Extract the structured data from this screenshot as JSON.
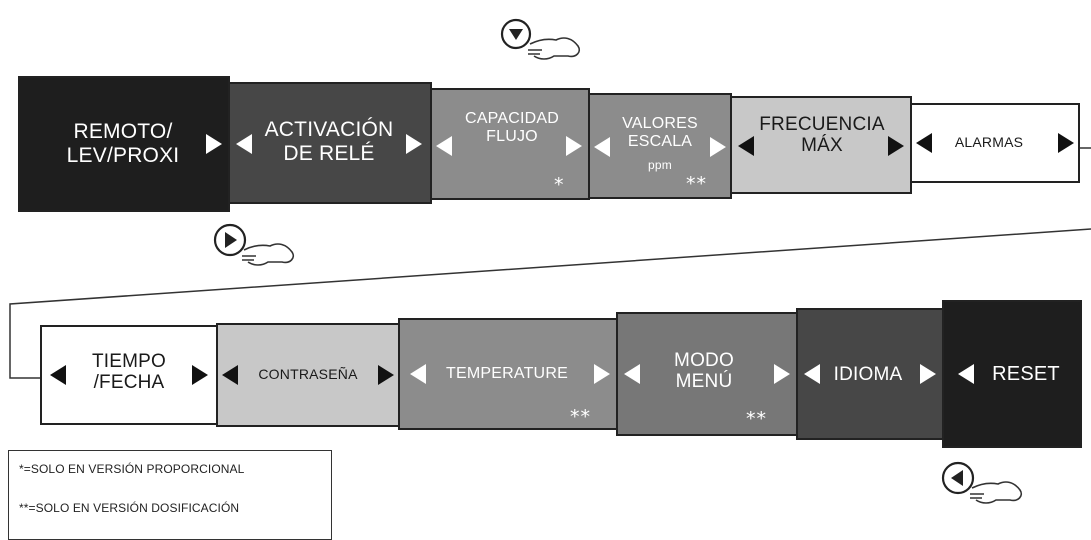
{
  "row1": [
    {
      "id": "remoto",
      "label": "REMOTO/\nLEV/PROXI",
      "bg": "#1e1e1e",
      "fg": "#ffffff"
    },
    {
      "id": "activacion",
      "label": "ACTIVACIÓN\nDE RELÉ",
      "bg": "#474747",
      "fg": "#ffffff"
    },
    {
      "id": "capacidad",
      "label": "CAPACIDAD\nFLUJO",
      "note": "*",
      "bg": "#8c8c8c",
      "fg": "#ffffff"
    },
    {
      "id": "valores",
      "label": "VALORES\nESCALA",
      "sublabel": "ppm",
      "note": "**",
      "bg": "#8c8c8c",
      "fg": "#ffffff"
    },
    {
      "id": "frecuencia",
      "label": "FRECUENCIA\nMÁX",
      "bg": "#c8c8c8",
      "fg": "#1a1a1a"
    },
    {
      "id": "alarmas",
      "label": "ALARMAS",
      "bg": "#ffffff",
      "fg": "#1a1a1a"
    }
  ],
  "row2": [
    {
      "id": "tiempo",
      "label": "TIEMPO\n/FECHA",
      "bg": "#ffffff",
      "fg": "#1a1a1a"
    },
    {
      "id": "contrasena",
      "label": "CONTRASEÑA",
      "bg": "#c8c8c8",
      "fg": "#1a1a1a"
    },
    {
      "id": "temperature",
      "label": "TEMPERATURE",
      "note": "**",
      "bg": "#8c8c8c",
      "fg": "#ffffff"
    },
    {
      "id": "modo",
      "label": "MODO\nMENÚ",
      "note": "**",
      "bg": "#777777",
      "fg": "#ffffff"
    },
    {
      "id": "idioma",
      "label": "IDIOMA",
      "bg": "#474747",
      "fg": "#ffffff"
    },
    {
      "id": "reset",
      "label": "RESET",
      "bg": "#1e1e1e",
      "fg": "#ffffff"
    }
  ],
  "legend": {
    "line1": "*=SOLO EN VERSIÓN PROPORCIONAL",
    "line2": "**=SOLO EN VERSIÓN DOSIFICACIÓN"
  },
  "icons": {
    "down": "down-button-press-icon",
    "right": "right-button-press-icon",
    "left": "left-button-press-icon"
  }
}
